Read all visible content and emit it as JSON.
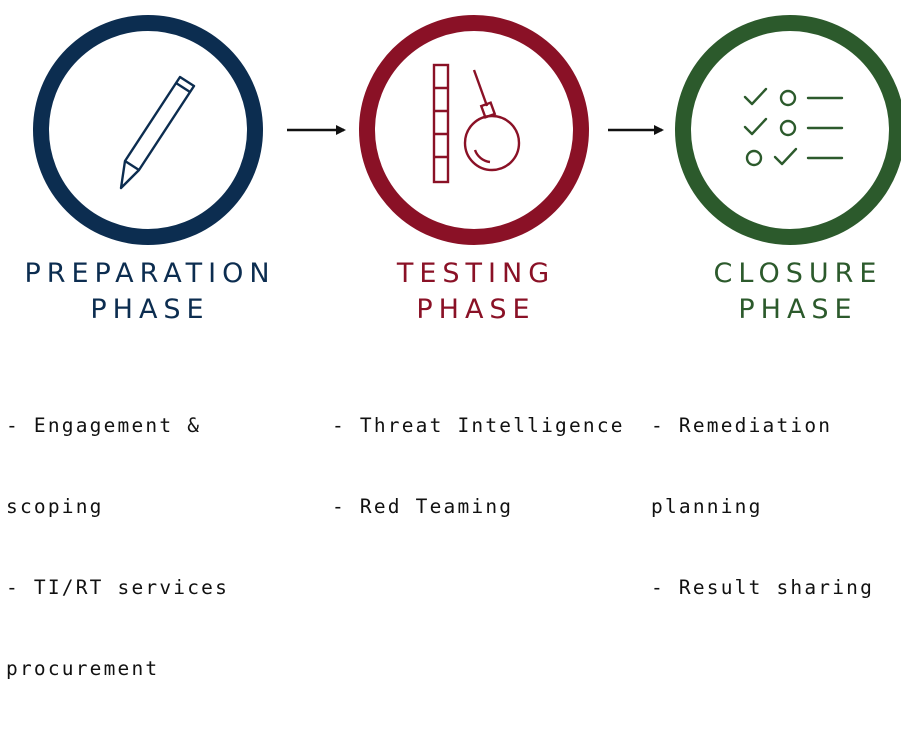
{
  "colors": {
    "preparation": "#0c2d50",
    "testing": "#8a1126",
    "closure": "#2c5a2c",
    "arrow": "#111111",
    "text": "#111111"
  },
  "phases": [
    {
      "title_line1": "PREPARATION",
      "title_line2": "PHASE",
      "icon": "pencil-icon",
      "items": [
        "- Engagement &",
        "scoping",
        "- TI/RT services",
        "procurement"
      ]
    },
    {
      "title_line1": "TESTING",
      "title_line2": "PHASE",
      "icon": "wrecking-ball-icon",
      "items": [
        "- Threat Intelligence",
        "- Red Teaming"
      ]
    },
    {
      "title_line1": "CLOSURE",
      "title_line2": "PHASE",
      "icon": "checklist-icon",
      "items": [
        "- Remediation",
        "planning",
        "- Result sharing"
      ]
    }
  ]
}
